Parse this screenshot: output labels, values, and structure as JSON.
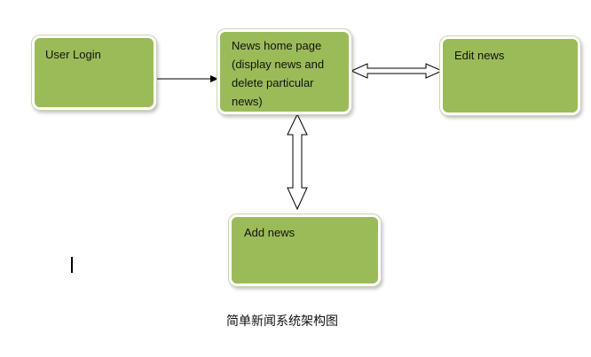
{
  "diagram": {
    "nodes": {
      "login": "User Login",
      "home": "News home page\n(display news and\ndelete particular\nnews)",
      "edit": "Edit news",
      "add": "Add news"
    },
    "caption": "简单新闻系统架构图"
  },
  "colors": {
    "node_fill": "#9bbb59",
    "node_border": "#ffffff",
    "arrow": "#000000"
  }
}
